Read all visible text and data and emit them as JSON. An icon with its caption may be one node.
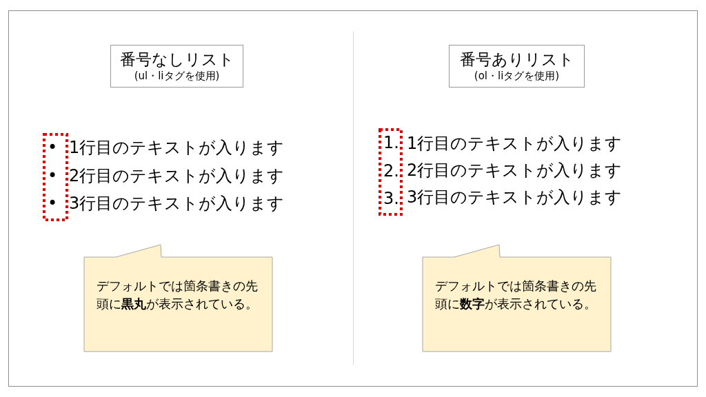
{
  "diagram": {
    "nodes": [
      {
        "text": [
          "番号なしリスト",
          "(ul・liタグを使用)"
        ]
      },
      {
        "text": [
          "•",
          "•",
          "•"
        ]
      },
      {
        "text": [
          "デフォルトでは箇条書きの先頭に**黒丸**が表示されている。"
        ]
      },
      {
        "text": [
          "番号ありリスト",
          "(ol・liタグを使用)"
        ]
      },
      {
        "text": [
          "1.",
          "2.",
          "3."
        ]
      },
      {
        "text": [
          "デフォルトでは箇条書きの先頭に**数字**が表示されている。"
        ]
      }
    ],
    "edges": [],
    "labels": [
      "1行目のテキストが入ります",
      "2行目のテキストが入ります",
      "3行目のテキストが入ります",
      "1行目のテキストが入ります",
      "2行目のテキストが入ります",
      "3行目のテキストが入ります"
    ]
  }
}
